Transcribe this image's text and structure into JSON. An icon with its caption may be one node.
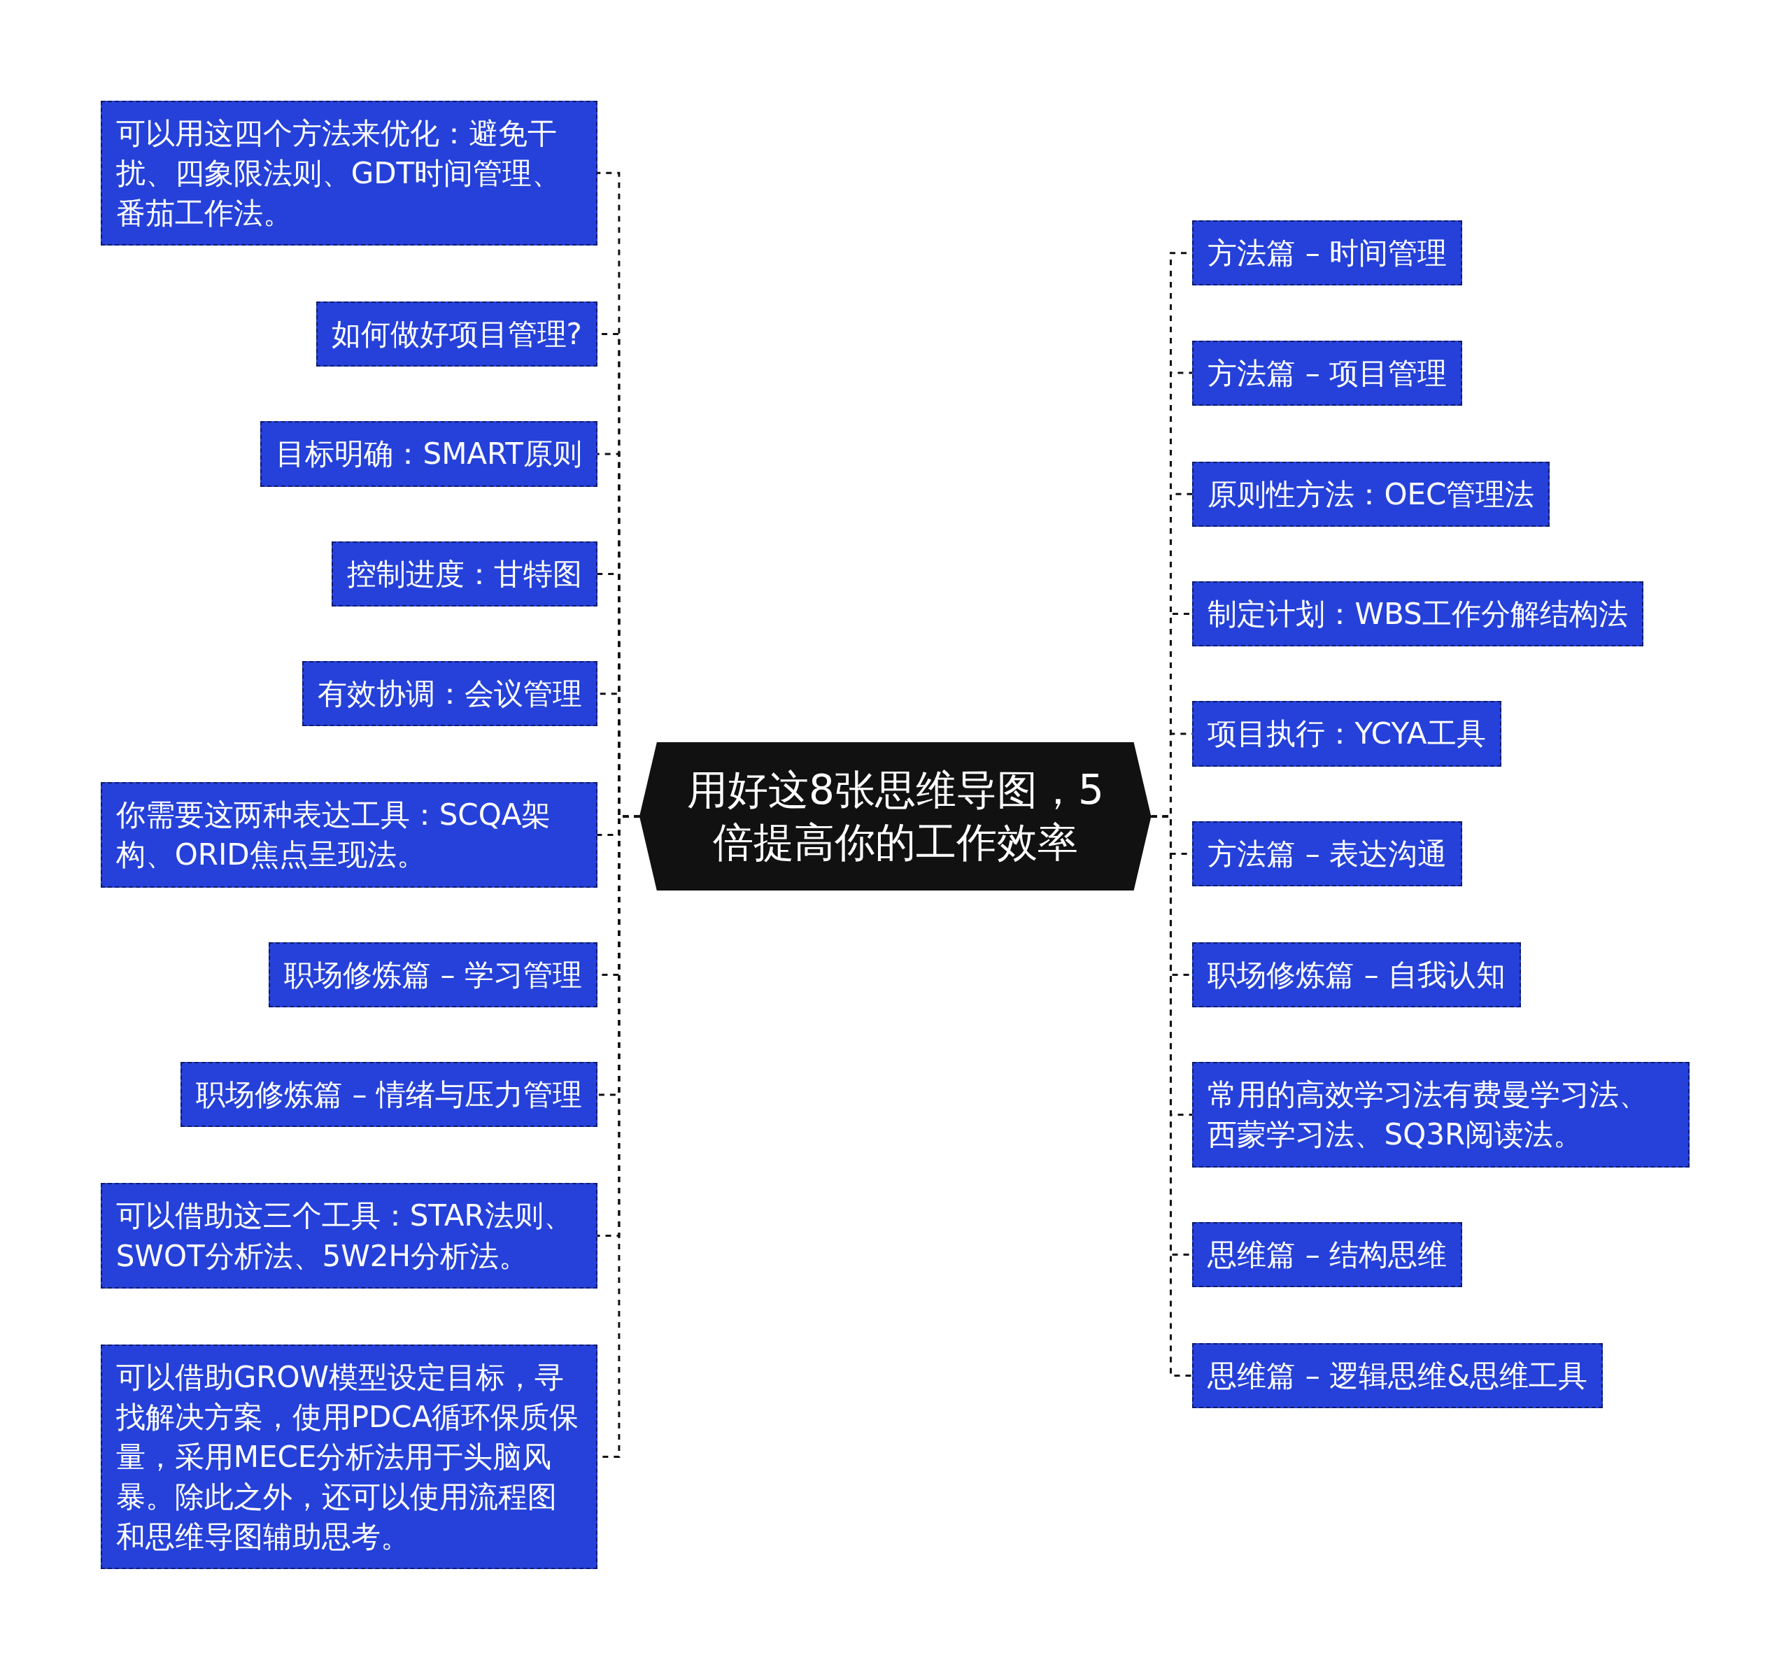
{
  "diagram": {
    "nodes": [
      {
        "text": [
          "用好这8张思维导图，5倍提高你的工作效率"
        ]
      },
      {
        "text": [
          "可以用这四个方法来优化：避免干扰、四象限法则、GDT时间管理、番茄工作法。"
        ]
      },
      {
        "text": [
          "如何做好项目管理?"
        ]
      },
      {
        "text": [
          "目标明确：SMART原则"
        ]
      },
      {
        "text": [
          "控制进度：甘特图"
        ]
      },
      {
        "text": [
          "有效协调：会议管理"
        ]
      },
      {
        "text": [
          "你需要这两种表达工具：SCQA架构、ORID焦点呈现法。"
        ]
      },
      {
        "text": [
          "职场修炼篇 – 学习管理"
        ]
      },
      {
        "text": [
          "职场修炼篇 – 情绪与压力管理"
        ]
      },
      {
        "text": [
          "可以借助这三个工具：STAR法则、SWOT分析法、5W2H分析法。"
        ]
      },
      {
        "text": [
          "可以借助GROW模型设定目标，寻找解决方案，使用PDCA循环保质保量，采用MECE分析法用于头脑风暴。除此之外，还可以使用流程图和思维导图辅助思考。"
        ]
      },
      {
        "text": [
          "方法篇 – 时间管理"
        ]
      },
      {
        "text": [
          "方法篇 – 项目管理"
        ]
      },
      {
        "text": [
          "原则性方法：OEC管理法"
        ]
      },
      {
        "text": [
          "制定计划：WBS工作分解结构法"
        ]
      },
      {
        "text": [
          "项目执行：YCYA工具"
        ]
      },
      {
        "text": [
          "方法篇 – 表达沟通"
        ]
      },
      {
        "text": [
          "职场修炼篇 – 自我认知"
        ]
      },
      {
        "text": [
          "常用的高效学习法有费曼学习法、西蒙学习法、SQ3R阅读法。"
        ]
      },
      {
        "text": [
          "思维篇 – 结构思维"
        ]
      },
      {
        "text": [
          "思维篇 – 逻辑思维&思维工具"
        ]
      }
    ],
    "edges": [
      {
        "from": 0,
        "to": 1,
        "arrow": "none",
        "style": "dashed"
      },
      {
        "from": 0,
        "to": 2,
        "arrow": "none",
        "style": "dashed"
      },
      {
        "from": 0,
        "to": 3,
        "arrow": "none",
        "style": "dashed"
      },
      {
        "from": 0,
        "to": 4,
        "arrow": "none",
        "style": "dashed"
      },
      {
        "from": 0,
        "to": 5,
        "arrow": "none",
        "style": "dashed"
      },
      {
        "from": 0,
        "to": 6,
        "arrow": "none",
        "style": "dashed"
      },
      {
        "from": 0,
        "to": 7,
        "arrow": "none",
        "style": "dashed"
      },
      {
        "from": 0,
        "to": 8,
        "arrow": "none",
        "style": "dashed"
      },
      {
        "from": 0,
        "to": 9,
        "arrow": "none",
        "style": "dashed"
      },
      {
        "from": 0,
        "to": 10,
        "arrow": "none",
        "style": "dashed"
      },
      {
        "from": 0,
        "to": 11,
        "arrow": "none",
        "style": "dashed"
      },
      {
        "from": 0,
        "to": 12,
        "arrow": "none",
        "style": "dashed"
      },
      {
        "from": 0,
        "to": 13,
        "arrow": "none",
        "style": "dashed"
      },
      {
        "from": 0,
        "to": 14,
        "arrow": "none",
        "style": "dashed"
      },
      {
        "from": 0,
        "to": 15,
        "arrow": "none",
        "style": "dashed"
      },
      {
        "from": 0,
        "to": 16,
        "arrow": "none",
        "style": "dashed"
      },
      {
        "from": 0,
        "to": 17,
        "arrow": "none",
        "style": "dashed"
      },
      {
        "from": 0,
        "to": 18,
        "arrow": "none",
        "style": "dashed"
      },
      {
        "from": 0,
        "to": 19,
        "arrow": "none",
        "style": "dashed"
      },
      {
        "from": 0,
        "to": 20,
        "arrow": "none",
        "style": "dashed"
      }
    ]
  }
}
